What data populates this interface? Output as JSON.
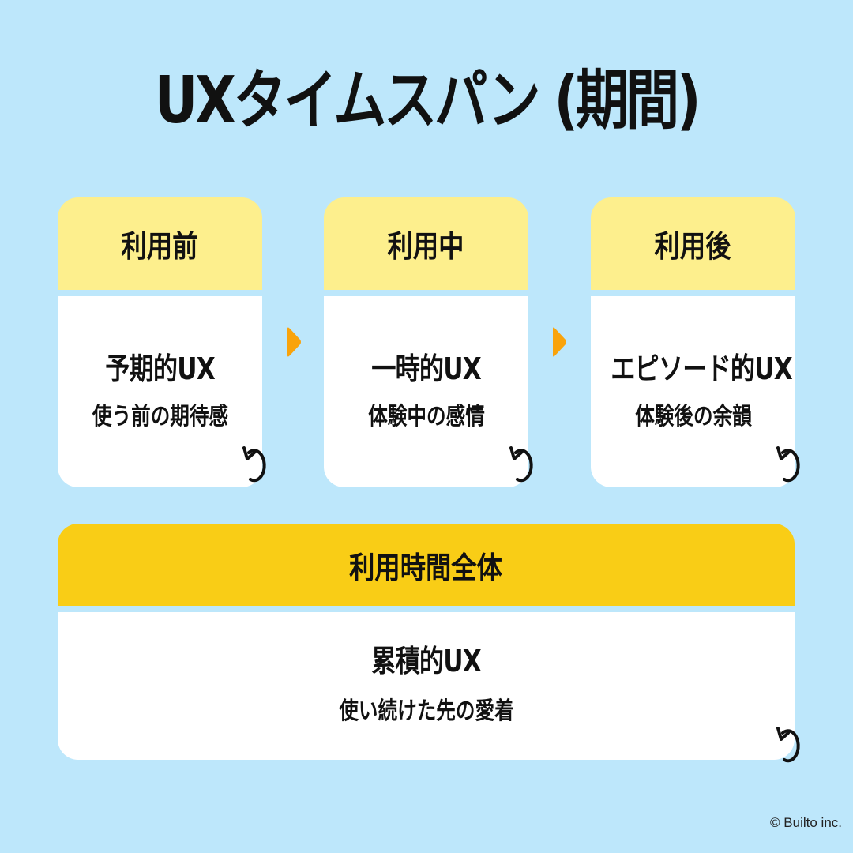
{
  "title": "UXタイムスパン (期間)",
  "stages": [
    {
      "header": "利用前",
      "label": "予期的UX",
      "description": "使う前の期待感"
    },
    {
      "header": "利用中",
      "label": "一時的UX",
      "description": "体験中の感情"
    },
    {
      "header": "利用後",
      "label": "エピソード的UX",
      "description": "体験後の余韻"
    }
  ],
  "overall": {
    "header": "利用時間全体",
    "label": "累積的UX",
    "description": "使い続けた先の愛着"
  },
  "icons": {
    "flow_arrow": "orange-triangle-arrow",
    "cycle": "counterclockwise-loop-arrow"
  },
  "colors": {
    "background": "#bde7fb",
    "stage_header": "#fdef8d",
    "overall_header": "#f9cd16",
    "arrow": "#f9a30b",
    "card_body": "#ffffff"
  },
  "copyright": "© Builto inc."
}
